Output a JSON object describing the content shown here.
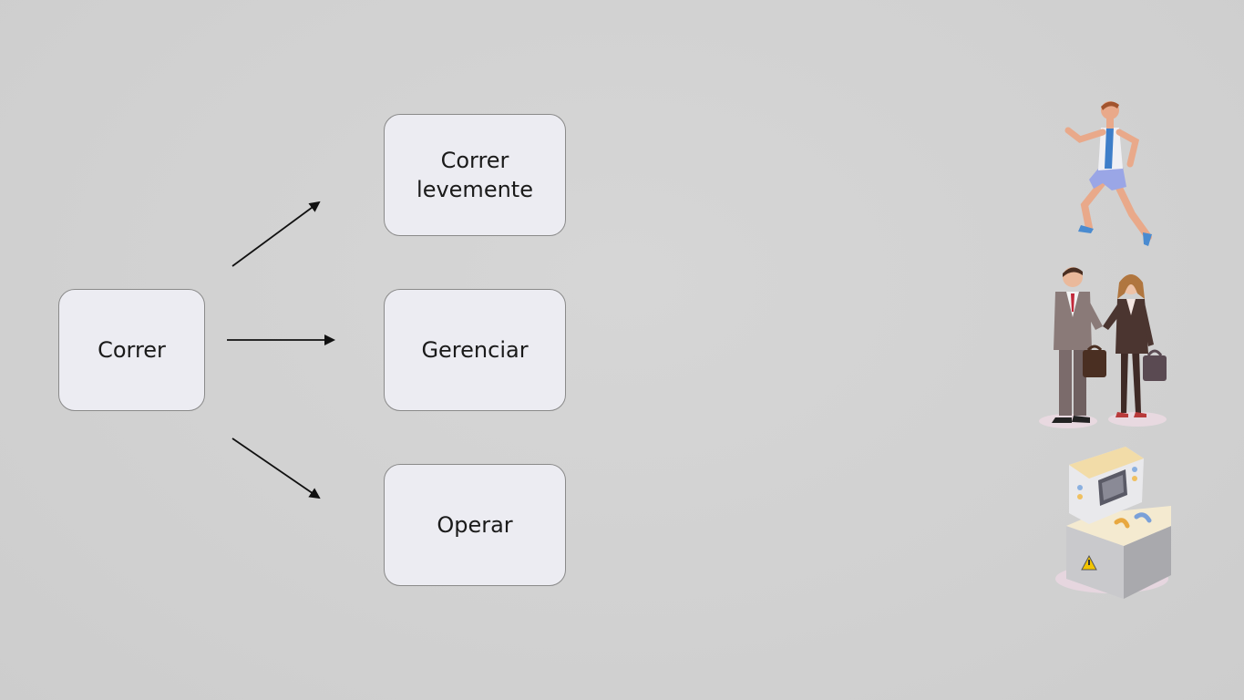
{
  "diagram": {
    "source": {
      "label": "Correr"
    },
    "targets": [
      {
        "label": "Correr\nlevemente",
        "icon": "runner-icon"
      },
      {
        "label": "Gerenciar",
        "icon": "business-people-icon"
      },
      {
        "label": "Operar",
        "icon": "control-machine-icon"
      }
    ]
  },
  "colors": {
    "background": "#d3d3d3",
    "node_fill": "#ececf2",
    "node_border": "#8a8a8a",
    "arrow": "#111111"
  }
}
